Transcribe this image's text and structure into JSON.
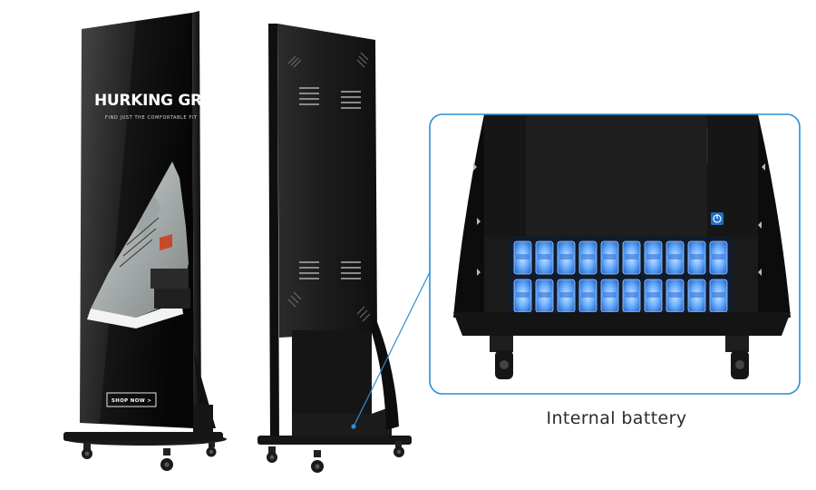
{
  "poster": {
    "headline": "HURKING GREE!",
    "subline": "FIND JUST THE COMFORTABLE FIT",
    "button_text": "SHOP NOW >"
  },
  "callout": {
    "caption": "Internal battery"
  },
  "colors": {
    "accent_border": "#2a8fd6",
    "battery_glow": "#5ea8ff",
    "cabinet_black": "#141414"
  },
  "icons": {
    "power_button": "power-icon"
  }
}
